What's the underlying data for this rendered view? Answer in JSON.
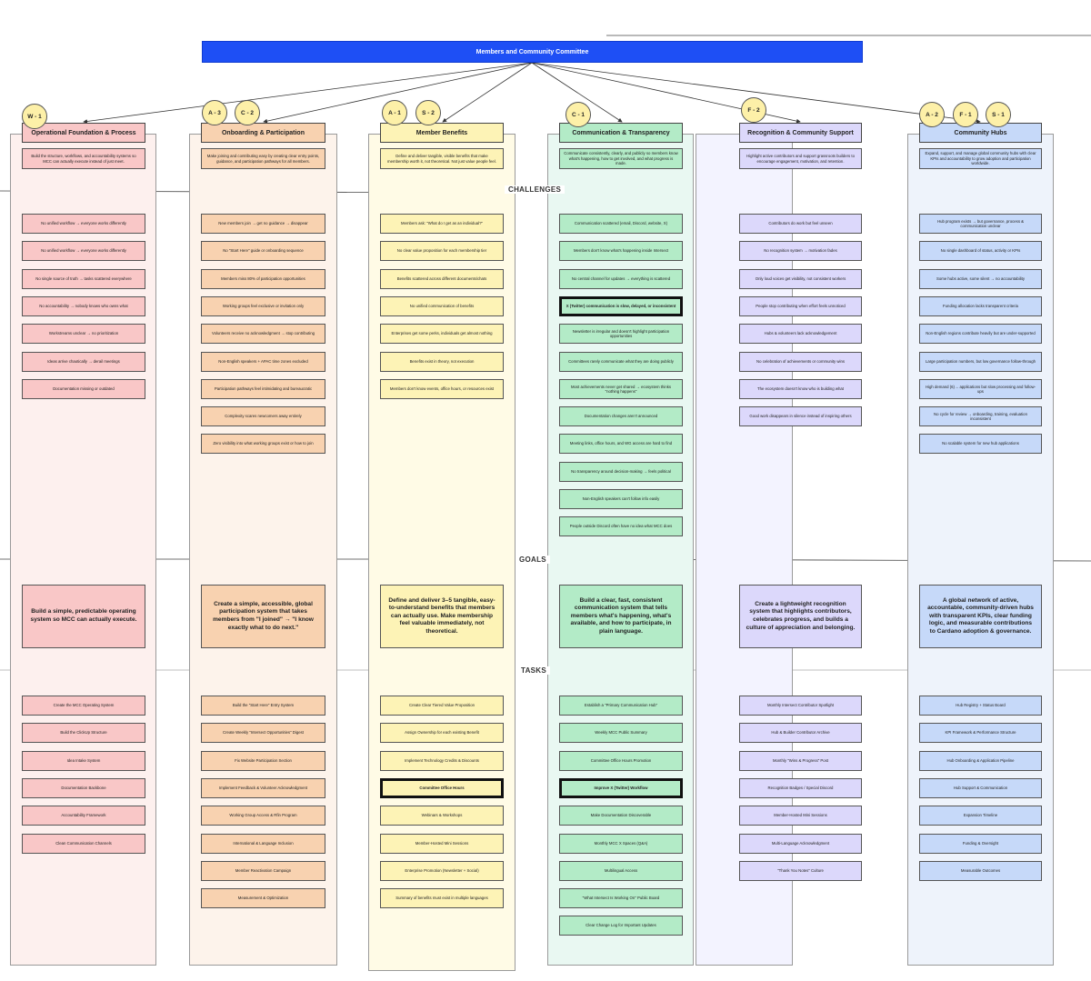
{
  "title": "Members and Community Committee",
  "sections": {
    "challenges": "CHALLENGES",
    "goals": "GOALS",
    "tasks": "TASKS"
  },
  "colors": {
    "header": "#1e4ff5",
    "red": "#f9c7c7",
    "red_bg": "#fdf0ee",
    "orange": "#f8d2b0",
    "orange_bg": "#fdf3eb",
    "yellow": "#fdf3b6",
    "yellow_bg": "#fffbe6",
    "green": "#b3ebc7",
    "green_bg": "#e9f8f2",
    "purple": "#dcd8fb",
    "purple_bg": "#f3f3ff",
    "blue": "#c6d9f9",
    "blue_bg": "#eef3fb",
    "circle": "#fdf0a8"
  },
  "columns": [
    {
      "title": "Operational Foundation & Process",
      "badges": [
        "W - 1"
      ],
      "description": "Build the structure, workflows, and accountability systems so MCC can actually execute instead of just meet.",
      "challenges": [
        "No unified workflow → everyone works differently",
        "No unified workflow → everyone works differently",
        "No single source of truth → tasks scattered everywhere",
        "No accountability → nobody knows who owns what",
        "Workstreams unclear → no prioritization",
        "Ideas arrive chaotically → derail meetings",
        "Documentation missing or outdated"
      ],
      "goal": "Build a simple, predictable operating system so MCC can actually execute.",
      "tasks": [
        "Create the MCC Operating System",
        "Build the ClickUp Structure",
        "Idea Intake System",
        "Documentation Backbone",
        "Accountability Framework",
        "Clean Communication Channels"
      ]
    },
    {
      "title": "Onboarding & Participation",
      "badges": [
        "A - 3",
        "C - 2"
      ],
      "description": "Make joining and contributing easy by creating clear entry points, guidance, and participation pathways for all members.",
      "challenges": [
        "New members join → get no guidance → disappear",
        "No \"Start Here\" guide or onboarding sequence",
        "Members miss 80% of participation opportunities",
        "Working groups feel exclusive or invitation only",
        "Volunteers receive no acknowledgment → stop contributing",
        "Non-English speakers + APAC time zones excluded",
        "Participation pathways feel intimidating and bureaucratic",
        "Complexity scares newcomers away entirely",
        "Zero visibility into what working groups exist or how to join"
      ],
      "goal": "Create a simple, accessible, global participation system that takes members from \"I joined\" → \"I know exactly what to do next.\"",
      "tasks": [
        "Build the \"Start Here\" Entry System",
        "Create Weekly \"Intersect Opportunities\" Digest",
        "Fix Website Participation Section",
        "Implement Feedback & Volunteer Acknowledgment",
        "Working Group Access & Rfin Program",
        "International & Language Inclusion",
        "Member Reactivation Campaign",
        "Measurement & Optimization"
      ]
    },
    {
      "title": "Member Benefits",
      "badges": [
        "A - 1",
        "S - 2"
      ],
      "description": "Define and deliver tangible, visible benefits that make membership worth it, not theoretical. Not just value people feel.",
      "challenges": [
        "Members ask: \"What do I get as an individual?\"",
        "No clear value proposition for each membership tier",
        "Benefits scattered across different documents/chats",
        "No unified communication of benefits",
        "Enterprises get some perks, individuals get almost nothing",
        "Benefits exist in theory, not execution",
        "Members don't know events, office hours, or resources exist"
      ],
      "goal": "Define and deliver 3–5 tangible, easy-to-understand benefits that members can actually use. Make membership feel valuable immediately, not theoretical.",
      "tasks": [
        "Create Clear Tiered Value Proposition",
        "Assign Ownership for each existing Benefit",
        "Implement Technology Credits & Discounts",
        "Committee Office Hours",
        "Webinars & Workshops",
        "Member-Hosted Mini Sessions",
        "Enterprise Promotion (Newsletter + Social)",
        "Summary of benefits must exist in multiple languages"
      ]
    },
    {
      "title": "Communication & Transparency",
      "badges": [
        "C - 1"
      ],
      "description": "Communicate consistently, clearly, and publicly so members know what's happening, how to get involved, and what progress is made.",
      "challenges": [
        "Communication scattered (email, Discord, website, X)",
        "Members don't know what's happening inside Intersect",
        "No central channel for updates → everything is scattered",
        "X (Twitter) communication is slow, delayed, or inconsistent",
        "Newsletter is irregular and doesn't highlight participation opportunities",
        "Committees rarely communicate what they are doing publicly",
        "Most achievements never get shared → ecosystem thinks \"nothing happens\"",
        "Documentation changes aren't announced",
        "Meeting links, office hours, and WG access are hard to find",
        "No transparency around decision-making → feels political",
        "Non-English speakers can't follow info easily",
        "People outside Discord often have no idea what MCC does"
      ],
      "goal": "Build a clear, fast, consistent communication system that tells members what's happening, what's available, and how to participate, in plain language.",
      "tasks": [
        "Establish a \"Primary Communication Hub\"",
        "Weekly MCC Public Summary",
        "Committee Office Hours Promotion",
        "Improve X (Twitter) Workflow",
        "Make Documentation Discoverable",
        "Monthly MCC X Spaces (Q&A)",
        "Multilingual Access",
        "\"What Intersect Is Working On\" Public Board",
        "Clear Change Log for Important Updates"
      ]
    },
    {
      "title": "Recognition & Community Support",
      "badges": [
        "F - 2"
      ],
      "description": "Highlight active contributors and support grassroots builders to encourage engagement, motivation, and retention.",
      "challenges": [
        "Contributors do work but feel unseen",
        "No recognition system → motivation fades",
        "Only loud voices get visibility, not consistent workers",
        "People stop contributing when effort feels unnoticed",
        "Hubs & volunteers lack acknowledgement",
        "No celebration of achievements or community wins",
        "The ecosystem doesn't know who is building what",
        "Good work disappears in silence instead of inspiring others"
      ],
      "goal": "Create a lightweight recognition system that highlights contributors, celebrates progress, and builds a culture of appreciation and belonging.",
      "tasks": [
        "Monthly Intersect Contributor Spotlight",
        "Hub & Builder Contributor Archive",
        "Monthly \"Wins & Progress\" Post",
        "Recognition Badges / Special Discord",
        "Member-Hosted Mini Sessions",
        "Multi-Language Acknowledgment",
        "\"Thank You Notes\" Culture"
      ]
    },
    {
      "title": "Community Hubs",
      "badges": [
        "A - 2",
        "F - 1",
        "S - 1"
      ],
      "description": "Expand, support, and manage global community hubs with clear KPIs and accountability to grow adoption and participation worldwide.",
      "challenges": [
        "Hub program exists → but governance, process & communication unclear",
        "No single dashboard of status, activity or KPIs",
        "Some hubs active, some silent → no accountability",
        "Funding allocation lacks transparent criteria",
        "Non-English regions contribute heavily but are under-supported",
        "Large participation numbers, but low governance follow-through",
        "High demand (6)→ applications but slow processing and follow-ups",
        "No cycle for review → onboarding, training, evaluation inconsistent",
        "No scalable system for new hub applications"
      ],
      "goal": "A global network of active, accountable, community-driven hubs with transparent KPIs, clear funding logic, and measurable contributions to Cardano adoption & governance.",
      "tasks": [
        "Hub Registry + Status Board",
        "KPI Framework & Performance Structure",
        "Hub Onboarding & Application Pipeline",
        "Hub Support & Communication",
        "Expansion Timeline",
        "Funding & Oversight",
        "Measurable Outcomes"
      ]
    }
  ]
}
